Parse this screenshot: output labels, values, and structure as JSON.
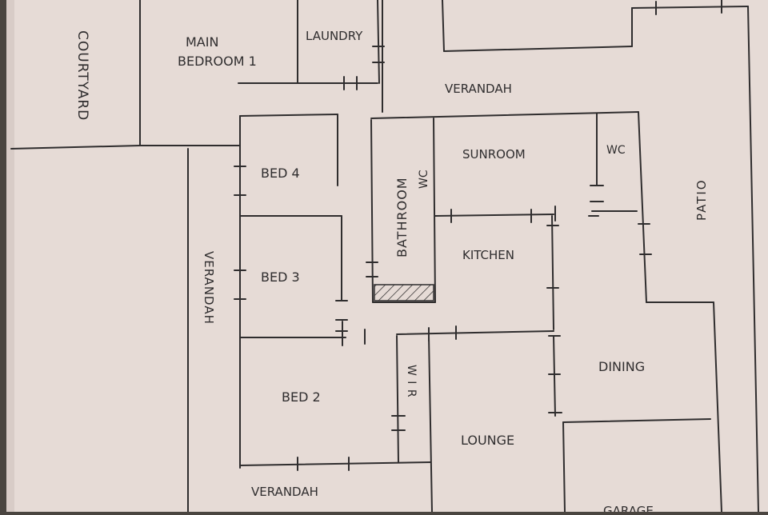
{
  "plan": {
    "rooms": {
      "courtyard": "COURTYARD",
      "main_bedroom_line1": "MAIN",
      "main_bedroom_line2": "BEDROOM 1",
      "laundry": "LAUNDRY",
      "verandah_top": "VERANDAH",
      "sunroom": "SUNROOM",
      "wc_right": "WC",
      "wc_bath": "WC",
      "bathroom": "BATHROOM",
      "bed4": "BED 4",
      "bed3": "BED 3",
      "bed2": "BED 2",
      "kitchen": "KITCHEN",
      "dining": "DINING",
      "lounge": "LOUNGE",
      "wir": "W I R",
      "verandah_left": "VERANDAH",
      "verandah_bottom": "VERANDAH",
      "patio": "PATIO",
      "garage": "GARAGE"
    }
  },
  "colors": {
    "paper": "#e6dbd6",
    "paper_shadow": "#d8ccc7",
    "ink": "#2f2d2e",
    "background": "#4a4540"
  }
}
